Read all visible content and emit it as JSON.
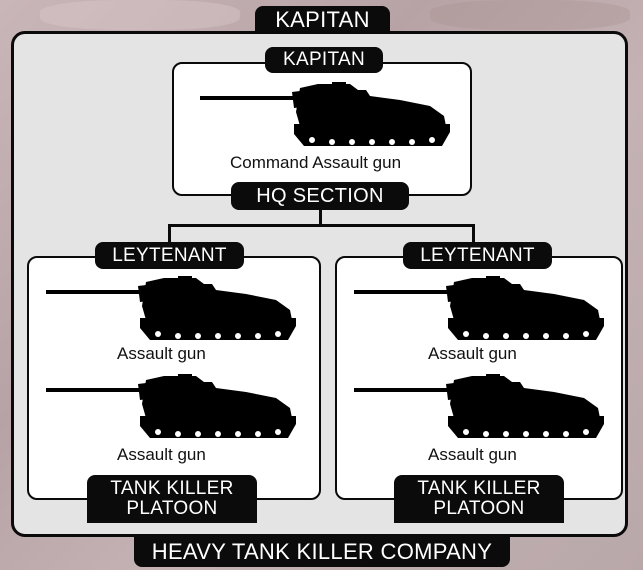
{
  "company": {
    "top_label": "KAPITAN",
    "bottom_label": "HEAVY TANK KILLER COMPANY"
  },
  "hq": {
    "rank_label": "KAPITAN",
    "section_label": "HQ SECTION",
    "vehicle_caption": "Command Assault gun"
  },
  "platoons": [
    {
      "rank_label": "LEYTENANT",
      "vehicles": [
        "Assault gun",
        "Assault gun"
      ],
      "name_line1": "TANK KILLER",
      "name_line2": "PLATOON"
    },
    {
      "rank_label": "LEYTENANT",
      "vehicles": [
        "Assault gun",
        "Assault gun"
      ],
      "name_line1": "TANK KILLER",
      "name_line2": "PLATOON"
    }
  ],
  "icons": {
    "vehicle": "assault-gun-silhouette-icon"
  },
  "colors": {
    "label_bg": "#0b0b0b",
    "label_text": "#ffffff",
    "panel_bg": "#e4e4e4",
    "box_bg": "#ffffff"
  }
}
